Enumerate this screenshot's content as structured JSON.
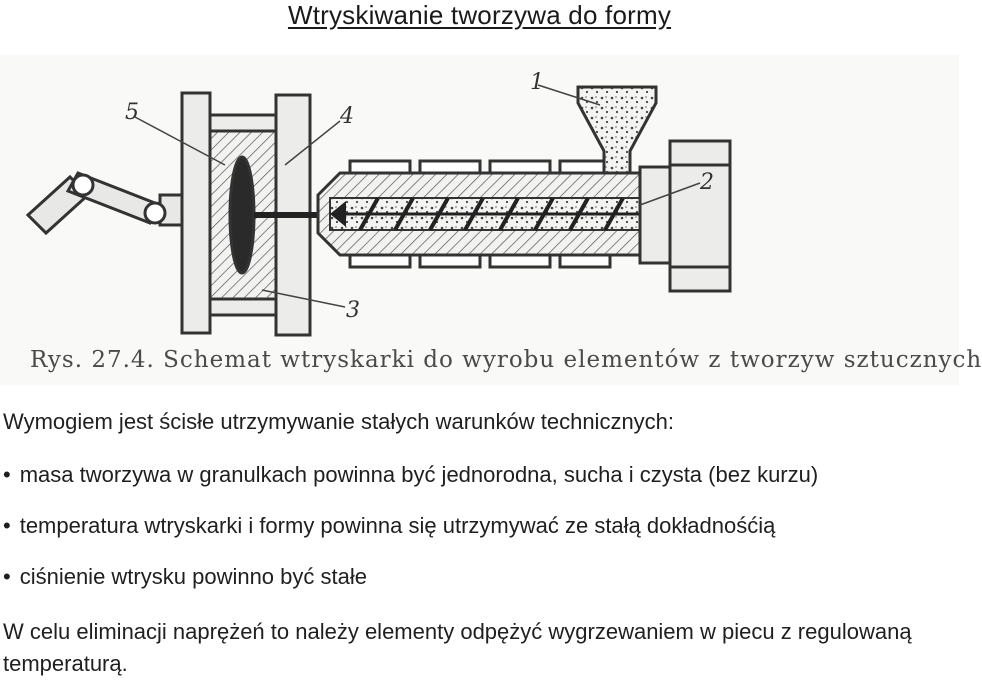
{
  "title": "Wtryskiwanie tworzywa do formy",
  "figure": {
    "labels": {
      "n1": "1",
      "n2": "2",
      "n3": "3",
      "n4": "4",
      "n5": "5"
    },
    "caption": "Rys. 27.4. Schemat wtryskarki do wyrobu elementów z tworzyw sztucznych"
  },
  "body": {
    "intro": "Wymogiem jest ścisłe utrzymywanie stałych warunków technicznych:",
    "bullets": [
      "masa tworzywa w granulkach powinna być jednorodna, sucha i czysta (bez kurzu)",
      "temperatura wtryskarki i formy powinna się utrzymywać ze stałą dokładnośćią",
      "ciśnienie wtrysku powinno być stałe"
    ],
    "closing": "W celu eliminacji naprężeń to należy elementy odpężyć wygrzewaniem w piecu z regulowaną temperaturą."
  }
}
